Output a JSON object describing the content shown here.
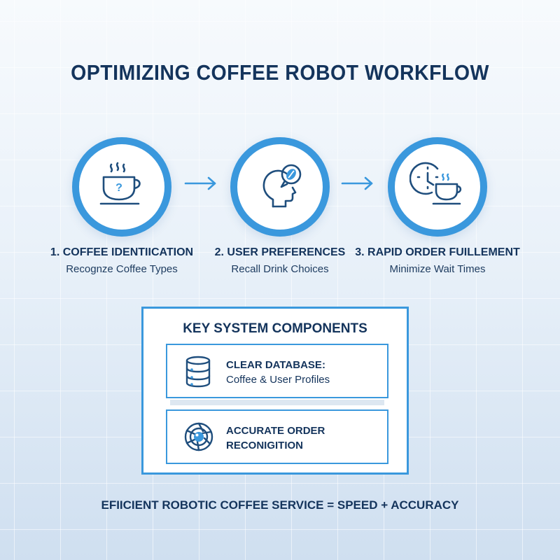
{
  "title": "OPTIMIZING COFFEE ROBOT WORKFLOW",
  "steps": [
    {
      "label": "1. COFFEE IDENTIICATION",
      "sub": "Recognze Coffee Types",
      "icon": "coffee-question-icon"
    },
    {
      "label": "2. USER PREFERENCES",
      "sub": "Recall Drink Choices",
      "icon": "head-coffee-bean-icon"
    },
    {
      "label": "3. RAPID ORDER FUILLEMENT",
      "sub": "Minimize Wait Times",
      "icon": "clock-coffee-icon"
    }
  ],
  "panel": {
    "title": "KEY SYSTEM COMPONENTS",
    "components": [
      {
        "line1": "CLEAR DATABASE:",
        "line2": "Coffee & User Profiles",
        "icon": "database-icon"
      },
      {
        "line1": "ACCURATE ORDER",
        "line2": "RECONIGITION",
        "icon": "camera-lens-icon"
      }
    ]
  },
  "footer": "EFIICIENT ROBOTIC COFFEE SERVICE = SPEED + ACCURACY",
  "colors": {
    "accent": "#3a98dd",
    "text": "#14345c"
  }
}
